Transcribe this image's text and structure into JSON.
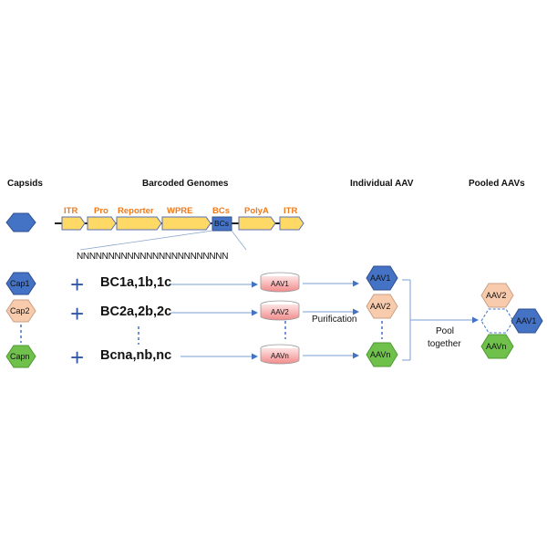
{
  "headers": {
    "capsids": "Capsids",
    "genomes": "Barcoded Genomes",
    "individual": "Individual  AAV",
    "pooled": "Pooled AAVs"
  },
  "construct": {
    "elements": [
      "ITR",
      "Pro",
      "Reporter",
      "WPRE",
      "BCs",
      "PolyA",
      "ITR"
    ],
    "box_label": "BCs",
    "barcode_seq": "NNNNNNNNNNNNNNNNNNNNNNNN"
  },
  "capsids": [
    "Cap1",
    "Cap2",
    "Capn"
  ],
  "barcodes": [
    "BC1a,1b,1c",
    "BC2a,2b,2c",
    "Bcna,nb,nc"
  ],
  "dishes": [
    "AAV1",
    "AAV2",
    "AAVn"
  ],
  "purification_label": "Purification",
  "individual": [
    "AAV1",
    "AAV2",
    "AAVn"
  ],
  "pool_label": [
    "Pool",
    "together"
  ],
  "pooled": [
    "AAV2",
    "AAV1",
    "AAVn"
  ],
  "colors": {
    "blue": "#4472c4",
    "peach": "#f8cbad",
    "green": "#70c04c",
    "yellow": "#ffd966",
    "orange": "#f07a1a",
    "arrow": "#7a9fd6",
    "dish_fill": "#f4a0a0"
  }
}
